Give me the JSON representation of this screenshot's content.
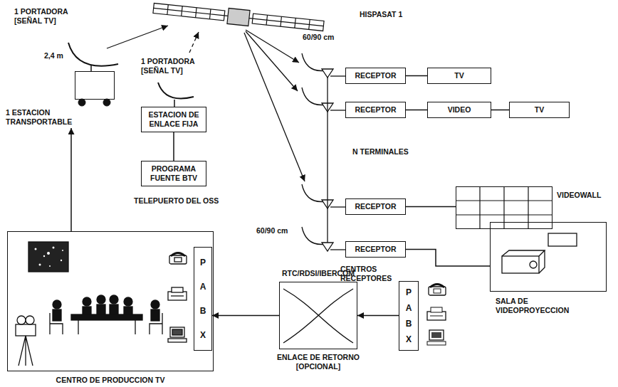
{
  "diagram": {
    "nodes": [
      {
        "text": [
          "1 ESTACION TRANSPORTABLE"
        ]
      },
      {
        "text": [
          "ESTACION DE ENLACE FIJA"
        ]
      },
      {
        "text": [
          "PROGRAMA FUENTE BTV"
        ]
      },
      {
        "text": [
          "RECEPTOR"
        ]
      },
      {
        "text": [
          "TV"
        ]
      },
      {
        "text": [
          "RECEPTOR"
        ]
      },
      {
        "text": [
          "VIDEO"
        ]
      },
      {
        "text": [
          "TV"
        ]
      },
      {
        "text": [
          "RECEPTOR"
        ]
      },
      {
        "text": [
          "VIDEOWALL"
        ]
      },
      {
        "text": [
          "RECEPTOR"
        ]
      },
      {
        "text": [
          "SALA DE VIDEOPROYECCION"
        ]
      },
      {
        "text": [
          "CENTRO DE PRODUCCION TV"
        ]
      },
      {
        "text": [
          "PABX"
        ],
        "in": 12
      },
      {
        "text": [
          "RTC/RDSI/IBERCOM",
          "ENLACE DE RETORNO [OPCIONAL]"
        ]
      },
      {
        "text": [
          "PABX"
        ]
      }
    ],
    "edges": [
      {
        "from": 12,
        "to": 0,
        "arrow": "to"
      },
      {
        "from": 2,
        "to": 1,
        "arrow": "none"
      },
      {
        "from": 3,
        "to": 4,
        "arrow": "none"
      },
      {
        "from": 5,
        "to": 6,
        "arrow": "none"
      },
      {
        "from": 6,
        "to": 7,
        "arrow": "none"
      },
      {
        "from": 8,
        "to": 9,
        "arrow": "none"
      },
      {
        "from": 10,
        "to": 11,
        "arrow": "none"
      },
      {
        "from": 15,
        "to": 14,
        "arrow": "to"
      },
      {
        "from": 14,
        "to": 13,
        "arrow": "to"
      }
    ],
    "labels": [
      "HISPASAT 1",
      "1 PORTADORA [SEÑAL TV]",
      "2,4 m",
      "1 PORTADORA [SEÑAL TV]",
      "60/90 cm",
      "TELEPUERTO DEL OSS",
      "N TERMINALES",
      "60/90 cm",
      "CENTROS RECEPTORES"
    ]
  }
}
